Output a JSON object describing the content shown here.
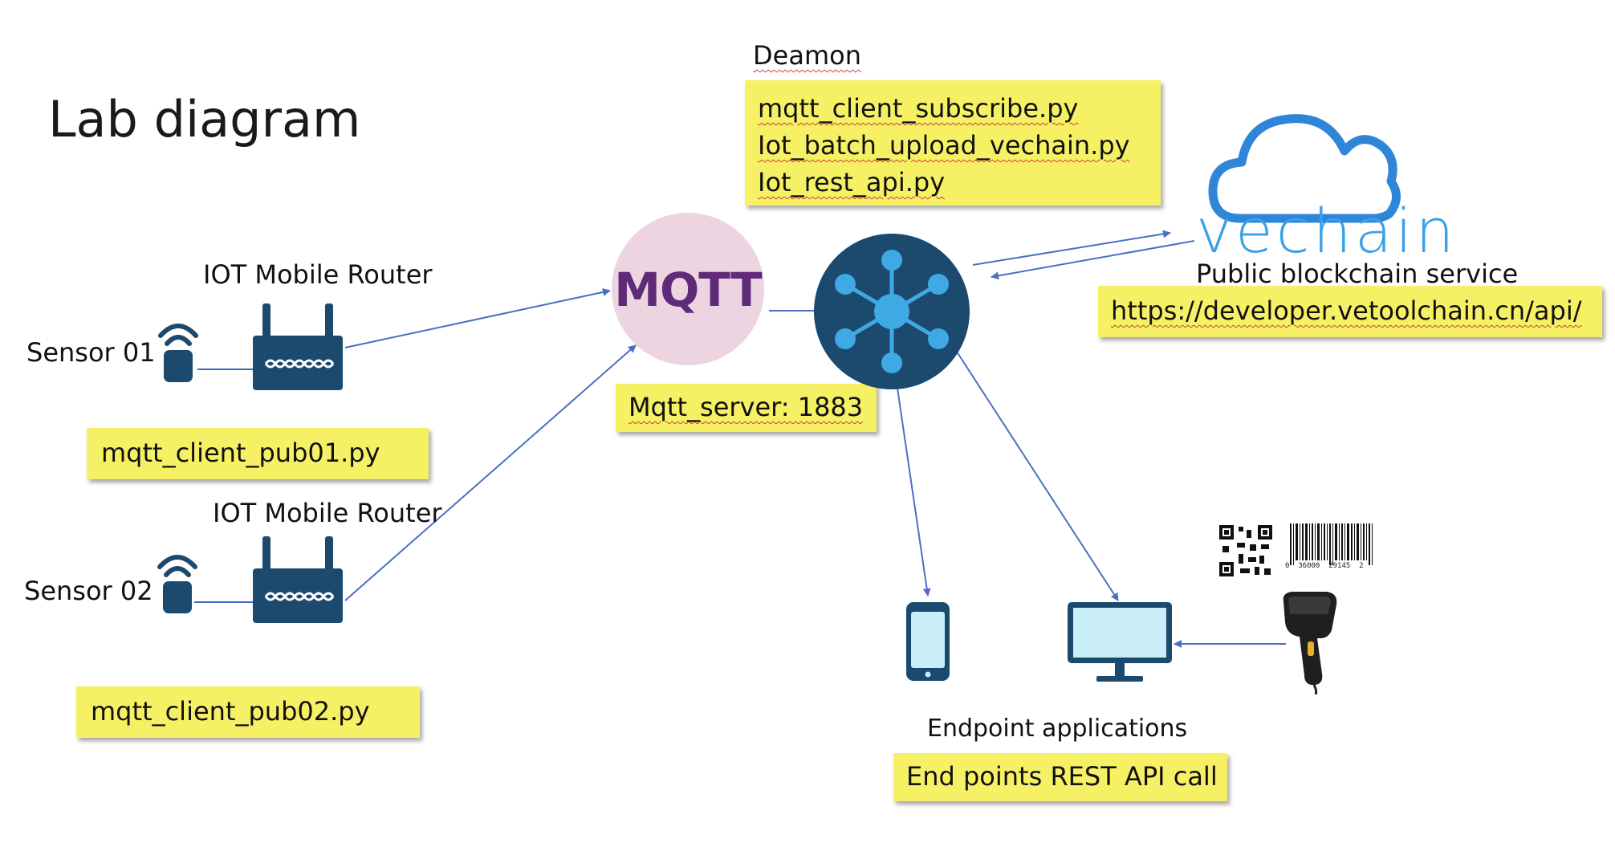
{
  "title": "Lab diagram",
  "daemon": {
    "heading": "Deamon",
    "scripts": [
      "mqtt_client_subscribe.py",
      "Iot_batch_upload_vechain.py",
      "Iot_rest_api.py"
    ]
  },
  "mqtt": {
    "logo_text": "MQTT",
    "server_label": "Mqtt_server: 1883"
  },
  "vechain": {
    "logo_text": "vechain",
    "service_label": "Public blockchain service",
    "url": "https://developer.vetoolchain.cn/api/"
  },
  "sensors": [
    {
      "label": "Sensor 01",
      "router_label": "IOT Mobile Router",
      "script": "mqtt_client_pub01.py"
    },
    {
      "label": "Sensor 02",
      "router_label": "IOT Mobile Router",
      "script": "mqtt_client_pub02.py"
    }
  ],
  "endpoints": {
    "label": "Endpoint applications",
    "note": "End points REST API call"
  },
  "barcode_digits": "0  36000  29145  2",
  "icons": [
    "wifi-sensor-icon",
    "router-icon",
    "hub-icon",
    "cloud-icon",
    "phone-icon",
    "monitor-icon",
    "qr-code-icon",
    "barcode-icon",
    "scanner-icon"
  ],
  "colors": {
    "note_yellow": "#f6f164",
    "navy": "#1c4a6f",
    "hub_node": "#3ea9e3",
    "arrow": "#4a6fc4",
    "mqtt_purple": "#5f2a78",
    "cloud_blue": "#2f86d9"
  }
}
